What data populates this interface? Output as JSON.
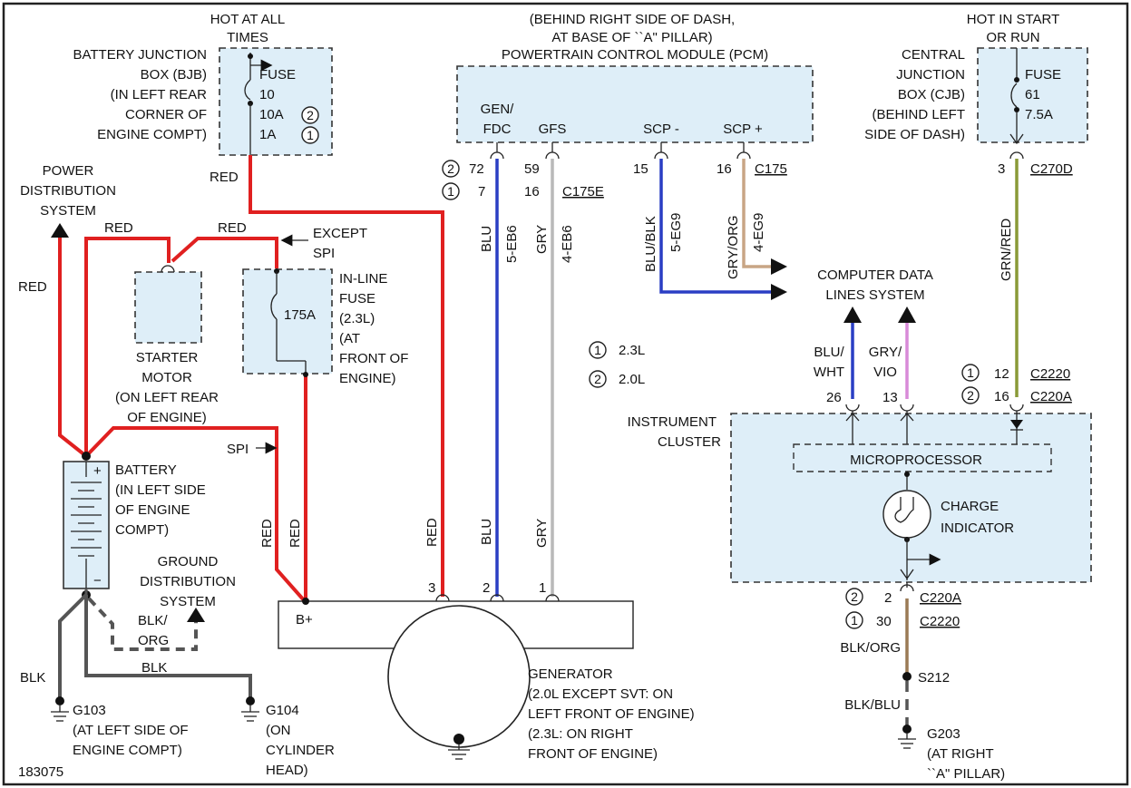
{
  "colors": {
    "red": "#e02020",
    "blu": "#2a3ec4",
    "gry": "#b9b9b9",
    "dark_gry": "#555555",
    "tan": "#c8a585",
    "grn_red": "#8a9a38",
    "vio": "#d88ad8",
    "blk_org": "#9a7a55",
    "box_fill": "#deeef8"
  },
  "bjb": {
    "hot": [
      "HOT AT ALL",
      "TIMES"
    ],
    "name": [
      "BATTERY JUNCTION",
      "BOX (BJB)",
      "(IN LEFT REAR",
      "CORNER OF",
      "ENGINE COMPT)"
    ],
    "fuse": "FUSE",
    "fuse_num": "10",
    "rating_a": "10A",
    "rating_b": "1A",
    "wire": "RED"
  },
  "pds": {
    "lines": [
      "POWER",
      "DISTRIBUTION",
      "SYSTEM"
    ],
    "wire": "RED"
  },
  "starter": {
    "wire_a": "RED",
    "wire_b": "RED",
    "name": [
      "STARTER",
      "MOTOR",
      "(ON LEFT REAR",
      "OF ENGINE)"
    ]
  },
  "except_spi": [
    "EXCEPT",
    "SPI"
  ],
  "inline_fuse": {
    "rating": "175A",
    "name": [
      "IN-LINE",
      "FUSE",
      "(2.3L)",
      "(AT",
      "FRONT OF",
      "ENGINE)"
    ]
  },
  "spi": "SPI",
  "battery": {
    "plus": "+",
    "minus": "−",
    "name": [
      "BATTERY",
      "(IN LEFT SIDE",
      "OF ENGINE",
      "COMPT)"
    ]
  },
  "gds": {
    "lines": [
      "GROUND",
      "DISTRIBUTION",
      "SYSTEM"
    ],
    "wire": [
      "BLK/",
      "ORG"
    ]
  },
  "grounds": {
    "blk_left": "BLK",
    "blk_mid": "BLK",
    "g103": "G103",
    "g103_loc": [
      "(AT LEFT SIDE OF",
      "ENGINE COMPT)"
    ],
    "g104": "G104",
    "g104_loc": [
      "(ON",
      "CYLINDER",
      "HEAD)"
    ]
  },
  "figure_id": "183075",
  "pcm": {
    "location": [
      "(BEHIND RIGHT SIDE OF DASH,",
      "AT BASE OF ``A\" PILLAR)"
    ],
    "title": "POWERTRAIN CONTROL MODULE (PCM)",
    "pins": [
      "GEN/",
      "FDC",
      "GFS",
      "SCP -",
      "SCP +"
    ]
  },
  "pcm_wiring": {
    "badge2": "2",
    "badge1": "1",
    "gen_pin_a": "72",
    "gen_pin_b": "7",
    "gfs_pin_a": "59",
    "gfs_pin_b": "16",
    "conn_c175e": "C175E",
    "scpm_pin": "15",
    "scpp_pin": "16",
    "conn_c175": "C175",
    "wire_blu": "BLU",
    "circ_5eb6": "5-EB6",
    "wire_gry": "GRY",
    "circ_4eb6": "4-EB6",
    "wire_blu_blk": "BLU/BLK",
    "circ_5eg9": "5-EG9",
    "wire_gry_org": "GRY/ORG",
    "circ_4eg9": "4-EG9"
  },
  "cdls": [
    "COMPUTER DATA",
    "LINES SYSTEM"
  ],
  "legend": [
    {
      "badge": "1",
      "text": "2.3L"
    },
    {
      "badge": "2",
      "text": "2.0L"
    }
  ],
  "cjb": {
    "hot": [
      "HOT IN START",
      "OR RUN"
    ],
    "name": [
      "CENTRAL",
      "JUNCTION",
      "BOX (CJB)",
      "(BEHIND LEFT",
      "SIDE OF DASH)"
    ],
    "fuse": "FUSE",
    "fuse_num": "61",
    "rating": "7.5A",
    "pin": "3",
    "conn": "C270D",
    "wire": "GRN/RED"
  },
  "cluster": {
    "name": [
      "INSTRUMENT",
      "CLUSTER"
    ],
    "micro": "MICROPROCESSOR",
    "charge": [
      "CHARGE",
      "INDICATOR"
    ],
    "wire_blu_wht": [
      "BLU/",
      "WHT"
    ],
    "wire_gry_vio": [
      "GRY/",
      "VIO"
    ],
    "pin_26": "26",
    "pin_13": "13",
    "pin_12": "12",
    "conn_c2220_top": "C2220",
    "pin_16": "16",
    "conn_c220a_top": "C220A",
    "pin_2": "2",
    "conn_c220a_bot": "C220A",
    "pin_30": "30",
    "conn_c2220_bot": "C2220",
    "wire_blk_org": "BLK/ORG",
    "splice": "S212",
    "wire_blk_blu": "BLK/BLU",
    "ground": "G203",
    "ground_loc": [
      "(AT RIGHT",
      "``A\" PILLAR)"
    ]
  },
  "generator": {
    "bplus": "B+",
    "wire_red": "RED",
    "wire_blu": "BLU",
    "wire_gry": "GRY",
    "pin_3": "3",
    "pin_2": "2",
    "pin_1": "1",
    "wire_red_a": "RED",
    "wire_red_b": "RED",
    "name": [
      "GENERATOR",
      "(2.0L EXCEPT SVT: ON",
      "LEFT FRONT OF ENGINE)",
      "(2.3L: ON RIGHT",
      "FRONT OF ENGINE)"
    ]
  }
}
